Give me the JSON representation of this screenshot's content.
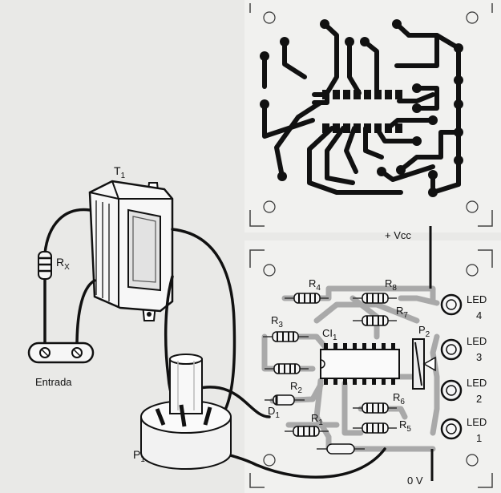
{
  "labels": {
    "transformer": "T",
    "transformer_sub": "1",
    "resistor_x": "R",
    "resistor_x_sub": "X",
    "input": "Entrada",
    "pot": "P",
    "pot_sub": "1",
    "vcc": "+ Vcc",
    "ground": "0 V",
    "r1": "R",
    "r1_sub": "1",
    "r2": "R",
    "r2_sub": "2",
    "r3": "R",
    "r3_sub": "3",
    "r4": "R",
    "r4_sub": "4",
    "r5": "R",
    "r5_sub": "5",
    "r6": "R",
    "r6_sub": "6",
    "r7": "R",
    "r7_sub": "7",
    "r8": "R",
    "r8_sub": "8",
    "d1": "D",
    "d1_sub": "1",
    "ci1": "CI",
    "ci1_sub": "1",
    "p2": "P",
    "p2_sub": "2",
    "led4": "LED",
    "led4_num": "4",
    "led3": "LED",
    "led3_num": "3",
    "led2": "LED",
    "led2_num": "2",
    "led1": "LED",
    "led1_num": "1"
  },
  "colors": {
    "background": "#e9e9e7",
    "panel": "#f2f2f0",
    "ink": "#111111",
    "trace_gray": "#a9a9a9"
  }
}
